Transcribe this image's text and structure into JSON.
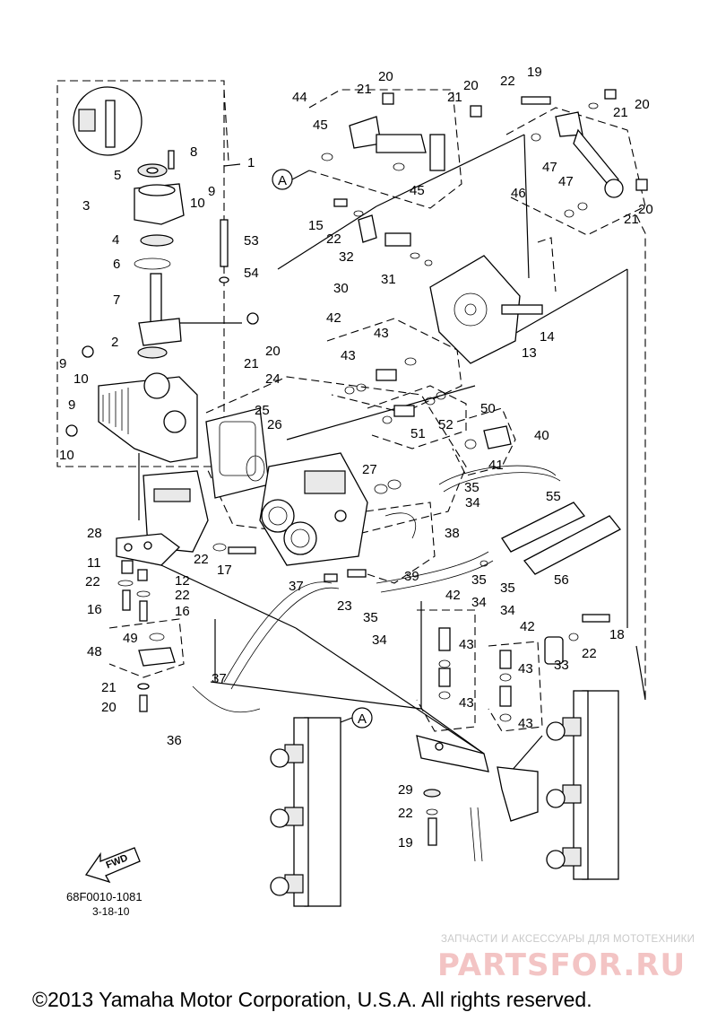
{
  "diagram": {
    "drawing_code": "68F0010-1081",
    "drawing_date": "3-18-10",
    "fwd_label": "FWD",
    "ref_marker": "A",
    "callouts": [
      "1",
      "2",
      "3",
      "4",
      "5",
      "6",
      "7",
      "8",
      "9",
      "10",
      "11",
      "12",
      "13",
      "14",
      "15",
      "16",
      "17",
      "18",
      "19",
      "20",
      "21",
      "22",
      "23",
      "24",
      "25",
      "26",
      "27",
      "28",
      "29",
      "30",
      "31",
      "32",
      "33",
      "34",
      "35",
      "36",
      "37",
      "38",
      "39",
      "40",
      "41",
      "42",
      "43",
      "44",
      "45",
      "46",
      "47",
      "48",
      "49",
      "50",
      "51",
      "52",
      "53",
      "54",
      "55",
      "56"
    ]
  },
  "watermark": {
    "subtitle": "ЗАПЧАСТИ И АКСЕССУАРЫ ДЛЯ МОТОТЕХНИКИ",
    "brand": "PARTSFOR.RU"
  },
  "footer": {
    "copyright": "©2013 Yamaha Motor Corporation, U.S.A. All rights reserved."
  }
}
